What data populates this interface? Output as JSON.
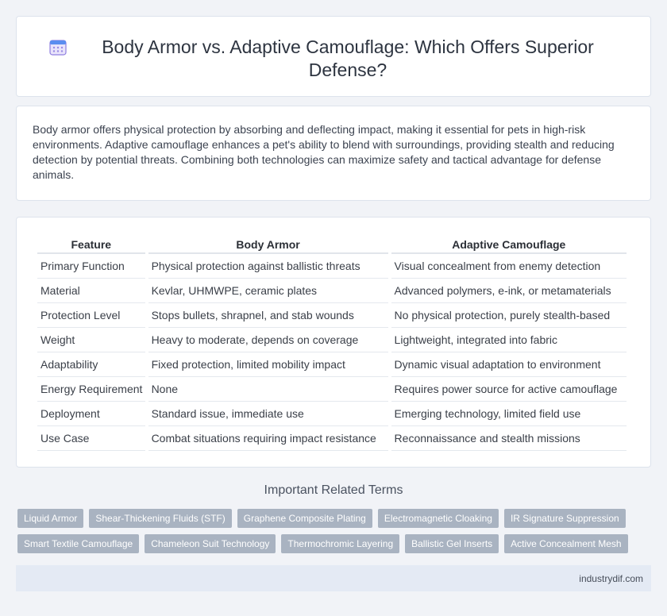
{
  "header": {
    "title": "Body Armor vs. Adaptive Camouflage: Which Offers Superior Defense?",
    "icon": "calendar-icon"
  },
  "intro": {
    "text": "Body armor offers physical protection by absorbing and deflecting impact, making it essential for pets in high-risk environments. Adaptive camouflage enhances a pet's ability to blend with surroundings, providing stealth and reducing detection by potential threats. Combining both technologies can maximize safety and tactical advantage for defense animals."
  },
  "table": {
    "headers": [
      "Feature",
      "Body Armor",
      "Adaptive Camouflage"
    ],
    "rows": [
      [
        "Primary Function",
        "Physical protection against ballistic threats",
        "Visual concealment from enemy detection"
      ],
      [
        "Material",
        "Kevlar, UHMWPE, ceramic plates",
        "Advanced polymers, e-ink, or metamaterials"
      ],
      [
        "Protection Level",
        "Stops bullets, shrapnel, and stab wounds",
        "No physical protection, purely stealth-based"
      ],
      [
        "Weight",
        "Heavy to moderate, depends on coverage",
        "Lightweight, integrated into fabric"
      ],
      [
        "Adaptability",
        "Fixed protection, limited mobility impact",
        "Dynamic visual adaptation to environment"
      ],
      [
        "Energy Requirement",
        "None",
        "Requires power source for active camouflage"
      ],
      [
        "Deployment",
        "Standard issue, immediate use",
        "Emerging technology, limited field use"
      ],
      [
        "Use Case",
        "Combat situations requiring impact resistance",
        "Reconnaissance and stealth missions"
      ]
    ]
  },
  "related": {
    "heading": "Important Related Terms",
    "tags": [
      "Liquid Armor",
      "Shear-Thickening Fluids (STF)",
      "Graphene Composite Plating",
      "Electromagnetic Cloaking",
      "IR Signature Suppression",
      "Smart Textile Camouflage",
      "Chameleon Suit Technology",
      "Thermochromic Layering",
      "Ballistic Gel Inserts",
      "Active Concealment Mesh"
    ]
  },
  "footer": {
    "site": "industrydif.com"
  },
  "colors": {
    "background": "#f1f3f7",
    "tag": "#a9b3c1",
    "footer": "#e4eaf4"
  }
}
